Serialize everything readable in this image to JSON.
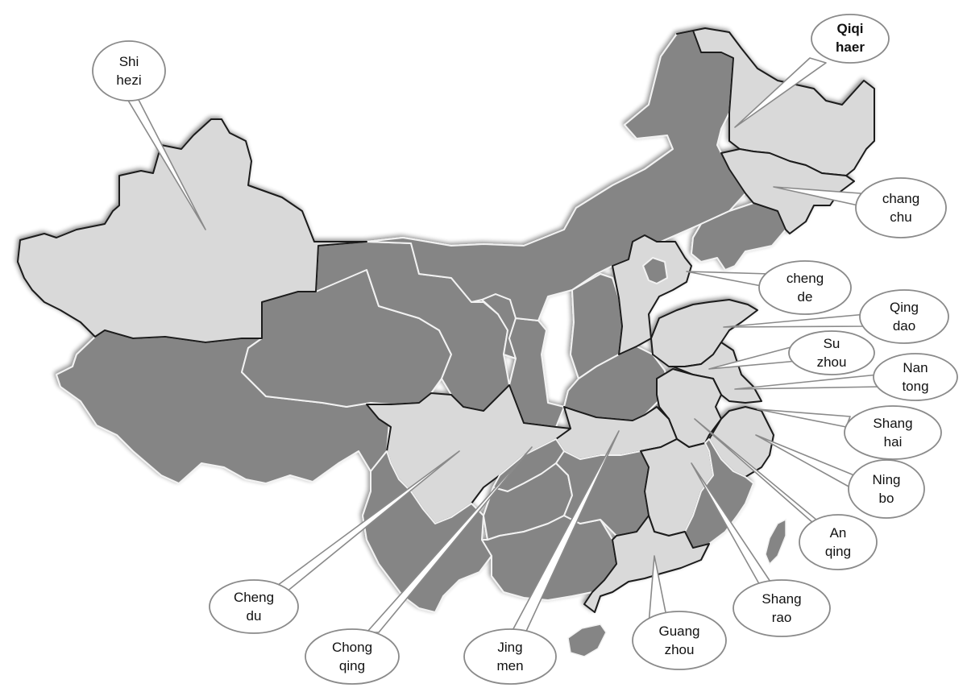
{
  "map": {
    "subject": "China provinces",
    "colors": {
      "highlighted_fill": "#d9d9d9",
      "other_fill": "#858585",
      "background": "#ffffff",
      "callout_fill": "#ffffff",
      "callout_stroke": "#8a8a8a"
    }
  },
  "callouts": [
    {
      "id": "shihezi",
      "line1": "Shi",
      "line2": "hezi"
    },
    {
      "id": "qiqihaer",
      "line1": "Qiqi",
      "line2": "haer"
    },
    {
      "id": "changchu",
      "line1": "chang",
      "line2": "chu"
    },
    {
      "id": "chengde",
      "line1": "cheng",
      "line2": "de"
    },
    {
      "id": "qingdao",
      "line1": "Qing",
      "line2": "dao"
    },
    {
      "id": "suzhou",
      "line1": "Su",
      "line2": "zhou"
    },
    {
      "id": "nantong",
      "line1": "Nan",
      "line2": "tong"
    },
    {
      "id": "shanghai",
      "line1": "Shang",
      "line2": "hai"
    },
    {
      "id": "ningbo",
      "line1": "Ning",
      "line2": "bo"
    },
    {
      "id": "anqing",
      "line1": "An",
      "line2": "qing"
    },
    {
      "id": "shangrao",
      "line1": "Shang",
      "line2": "rao"
    },
    {
      "id": "guangzhou",
      "line1": "Guang",
      "line2": "zhou"
    },
    {
      "id": "jingmen",
      "line1": "Jing",
      "line2": "men"
    },
    {
      "id": "chongqing",
      "line1": "Chong",
      "line2": "qing"
    },
    {
      "id": "chengdu",
      "line1": "Cheng",
      "line2": "du"
    }
  ]
}
